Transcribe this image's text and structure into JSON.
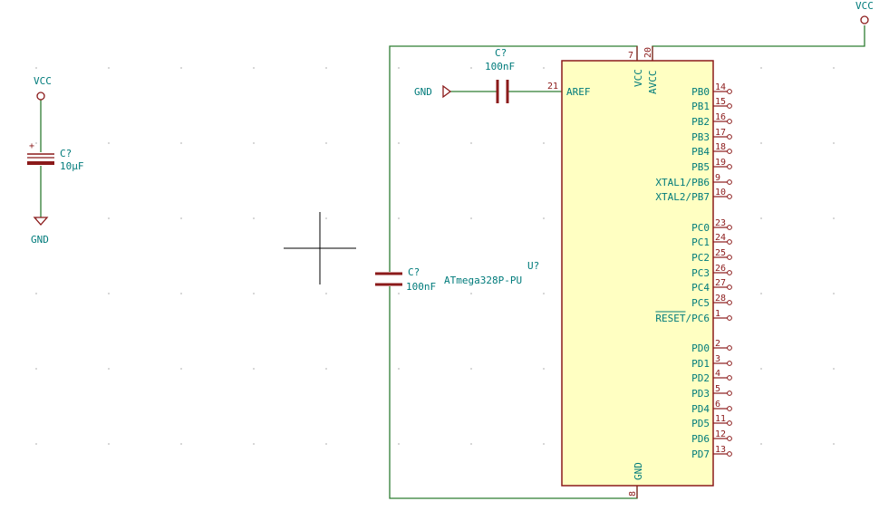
{
  "power": {
    "vcc_left": "VCC",
    "vcc_right": "VCC",
    "gnd_left": "GND",
    "gnd_aref": "GND"
  },
  "capacitors": {
    "c_bulk": {
      "ref": "C?",
      "value": "10µF",
      "polarity": "+"
    },
    "c_aref": {
      "ref": "C?",
      "value": "100nF"
    },
    "c_decouple": {
      "ref": "C?",
      "value": "100nF"
    }
  },
  "ic": {
    "ref": "U?",
    "part": "ATmega328P-PU",
    "top_pins": [
      {
        "name": "VCC",
        "number": "7"
      },
      {
        "name": "AVCC",
        "number": "20"
      }
    ],
    "aref_pin": {
      "name": "AREF",
      "number": "21"
    },
    "gnd_pin": {
      "name": "GND",
      "number": "8"
    },
    "right_pins": [
      {
        "name": "PB0",
        "number": "14"
      },
      {
        "name": "PB1",
        "number": "15"
      },
      {
        "name": "PB2",
        "number": "16"
      },
      {
        "name": "PB3",
        "number": "17"
      },
      {
        "name": "PB4",
        "number": "18"
      },
      {
        "name": "PB5",
        "number": "19"
      },
      {
        "name": "XTAL1/PB6",
        "number": "9"
      },
      {
        "name": "XTAL2/PB7",
        "number": "10"
      },
      {
        "name": "PC0",
        "number": "23"
      },
      {
        "name": "PC1",
        "number": "24"
      },
      {
        "name": "PC2",
        "number": "25"
      },
      {
        "name": "PC3",
        "number": "26"
      },
      {
        "name": "PC4",
        "number": "27"
      },
      {
        "name": "PC5",
        "number": "28"
      },
      {
        "name": "RESET/PC6",
        "number": "1",
        "overbar": "RESET"
      },
      {
        "name": "PD0",
        "number": "2"
      },
      {
        "name": "PD1",
        "number": "3"
      },
      {
        "name": "PD2",
        "number": "4"
      },
      {
        "name": "PD3",
        "number": "5"
      },
      {
        "name": "PD4",
        "number": "6"
      },
      {
        "name": "PD5",
        "number": "11"
      },
      {
        "name": "PD6",
        "number": "12"
      },
      {
        "name": "PD7",
        "number": "13"
      }
    ]
  },
  "colors": {
    "wire": "#2e7d32",
    "component": "#8b1a1a",
    "text": "#007b7b",
    "ic_fill": "#ffffc2",
    "grid": "#bdbdbd"
  }
}
